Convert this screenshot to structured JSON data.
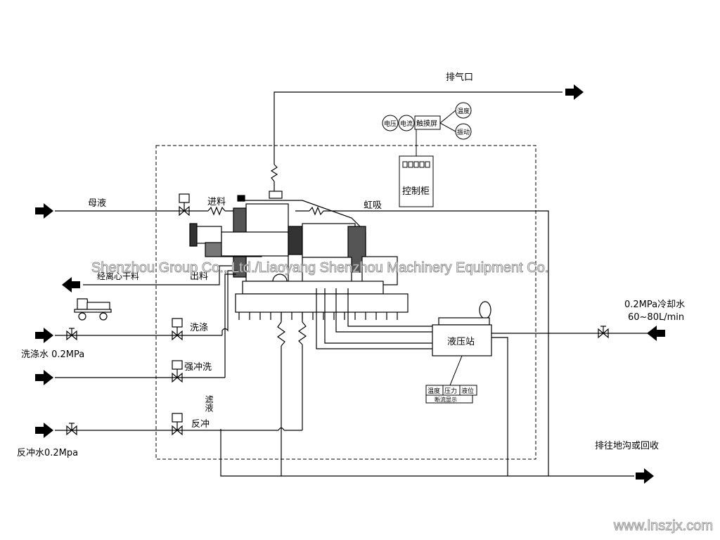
{
  "labels": {
    "exhaust": "排气口",
    "voltage": "电压",
    "current": "电流",
    "touchscreen": "触摸屏",
    "temperature": "温度",
    "vibration": "振动",
    "control_cabinet": "控制柜",
    "mother_liquor": "母液",
    "feed": "进料",
    "siphon": "虹吸",
    "discharge": "出料",
    "dried": "经离心干料",
    "wash": "洗涤",
    "wash_water": "洗涤水 0.2MPa",
    "strong_flush": "强冲洗",
    "filtrate": "滤液",
    "backflush": "反冲",
    "backflush_water": "反冲水0.2Mpa",
    "cooling_water_1": "0.2MPa冷却水",
    "cooling_water_2": "60~80L/min",
    "hydraulic_station": "液压站",
    "hs_temperature": "温度",
    "hs_pressure": "压力",
    "hs_level": "液位",
    "flow_display": "断流显示",
    "drain": "排往地沟或回收"
  },
  "watermark": "Shenzhou Group Co., Ltd./Liaoyang Shenzhou Machinery Equipment Co.",
  "website": "www.lnszjx.com"
}
